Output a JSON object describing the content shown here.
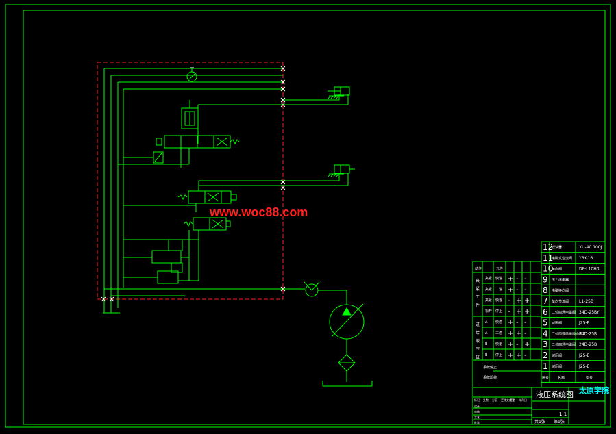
{
  "watermark": "www.woc88.com",
  "title_block": {
    "drawing_title": "液压系统图",
    "school": "太原学院",
    "scale": "1:1",
    "sheet": "第1张",
    "total": "共1张"
  },
  "parts": [
    {
      "no": "12",
      "name": "滤油器",
      "model": "XU-40 100J"
    },
    {
      "no": "11",
      "name": "电磁式溢流阀",
      "model": "YBY-16"
    },
    {
      "no": "10",
      "name": "单向阀",
      "model": "DF-L10H3"
    },
    {
      "no": "9",
      "name": "压力继电器",
      "model": ""
    },
    {
      "no": "8",
      "name": "电磁换向阀",
      "model": ""
    },
    {
      "no": "7",
      "name": "单向节流阀",
      "model": "L1-25B"
    },
    {
      "no": "6",
      "name": "二位四通电磁阀",
      "model": "34D-25BY"
    },
    {
      "no": "5",
      "name": "减压阀",
      "model": "J25-B"
    },
    {
      "no": "4",
      "name": "二位四通电磁换向阀",
      "model": "24D-25B"
    },
    {
      "no": "3",
      "name": "二位四通电磁阀",
      "model": "24D-25B"
    },
    {
      "no": "2",
      "name": "减压阀",
      "model": "J25-B"
    },
    {
      "no": "1",
      "name": "减压阀",
      "model": "J25-B"
    }
  ],
  "parts_header": {
    "no": "序号",
    "name": "名称",
    "model": "型号"
  },
  "action_table": {
    "header": [
      "动作",
      "元件"
    ],
    "rows": [
      {
        "group": "夹紧工件",
        "step": "夹紧",
        "action": "快进",
        "signs": [
          "+",
          "-",
          "-"
        ]
      },
      {
        "group": "夹紧工件",
        "step": "夹紧",
        "action": "工进",
        "signs": [
          "+",
          "-",
          "-"
        ]
      },
      {
        "group": "夹紧工件",
        "step": "夹紧",
        "action": "快退",
        "signs": [
          "-",
          "+",
          "+"
        ]
      },
      {
        "group": "夹紧工件",
        "step": "松开",
        "action": "停止",
        "signs": [
          "-",
          "+",
          "+"
        ]
      },
      {
        "group": "进给液压缸",
        "step": "A",
        "action": "快进",
        "signs": [
          "+",
          "-",
          "-"
        ]
      },
      {
        "group": "进给液压缸",
        "step": "A",
        "action": "工进",
        "signs": [
          "+",
          "+",
          "-"
        ]
      },
      {
        "group": "进给液压缸",
        "step": "B",
        "action": "快退",
        "signs": [
          "+",
          "-",
          "+"
        ]
      },
      {
        "group": "进给液压缸",
        "step": "B",
        "action": "停止",
        "signs": [
          "+",
          "+",
          "-"
        ]
      }
    ],
    "footer": [
      "系统停止",
      "系统卸荷"
    ]
  },
  "title_rows": [
    "标记",
    "处数",
    "分区",
    "更改文件号",
    "签名",
    "年月日",
    "设计",
    "审核",
    "工艺",
    "批准"
  ]
}
